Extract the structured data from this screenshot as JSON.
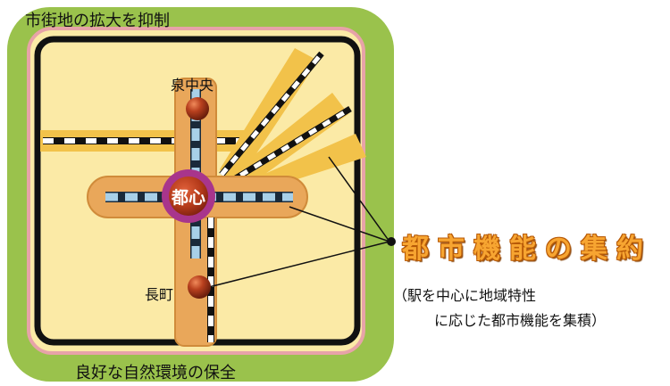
{
  "diagram": {
    "top_caption": "市街地の拡大を抑制",
    "bottom_caption": "良好な自然環境の保全",
    "stations": {
      "izumi_chuo": "泉中央",
      "toshin": "都心",
      "nagamachi": "長町"
    },
    "title": "都市機能の集約",
    "note_line1": "（駅を中心に地域特性",
    "note_line2": "に応じた都市機能を集積）"
  },
  "colors": {
    "outer_green": "#9ac24c",
    "inner_yellow": "#fbeaa6",
    "frame": "#111111",
    "corridor": "#e9a75a",
    "rail_band": "#f2c24a",
    "station_ball": "#a8361c",
    "toshin_ring": "#a8358c",
    "title_orange": "#f7a531"
  }
}
